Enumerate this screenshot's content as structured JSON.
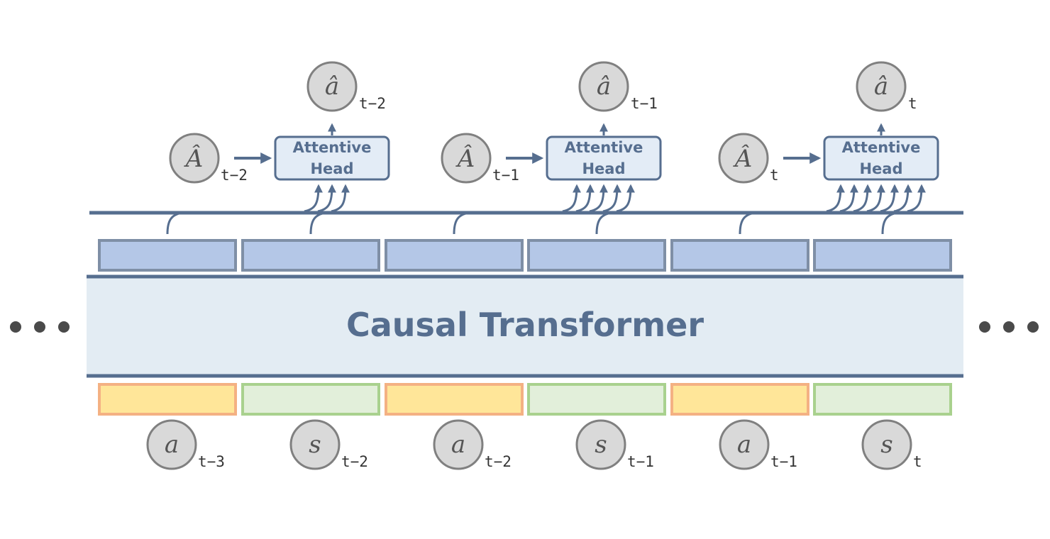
{
  "transformer": {
    "label": "Causal Transformer"
  },
  "colors": {
    "accent": "#566e8f",
    "transformer_fill": "#e3ecf3",
    "embedding_fill": "#b4c7e7",
    "action_fill": "#ffe699",
    "action_border": "#f4b183",
    "state_fill": "#e2efda",
    "state_border": "#a9d18e",
    "head_fill": "#e3ecf6",
    "token_circle_fill": "#d9d9d9",
    "token_circle_border": "#808080"
  },
  "ellipsis": {
    "left": "...",
    "right": "..."
  },
  "input_tokens": [
    {
      "type": "action",
      "symbol": "a",
      "sub": "t−3"
    },
    {
      "type": "state",
      "symbol": "s",
      "sub": "t−2"
    },
    {
      "type": "action",
      "symbol": "a",
      "sub": "t−2"
    },
    {
      "type": "state",
      "symbol": "s",
      "sub": "t−1"
    },
    {
      "type": "action",
      "symbol": "a",
      "sub": "t−1"
    },
    {
      "type": "state",
      "symbol": "s",
      "sub": "t"
    }
  ],
  "heads": [
    {
      "label_line1": "Attentive",
      "label_line2": "Head",
      "input_symbol": "Â",
      "input_sub": "t−2",
      "output_symbol": "â",
      "output_sub": "t−2",
      "incoming_arrows": 3
    },
    {
      "label_line1": "Attentive",
      "label_line2": "Head",
      "input_symbol": "Â",
      "input_sub": "t−1",
      "output_symbol": "â",
      "output_sub": "t−1",
      "incoming_arrows": 5
    },
    {
      "label_line1": "Attentive",
      "label_line2": "Head",
      "input_symbol": "Â",
      "input_sub": "t",
      "output_symbol": "â",
      "output_sub": "t",
      "incoming_arrows": 7
    }
  ]
}
